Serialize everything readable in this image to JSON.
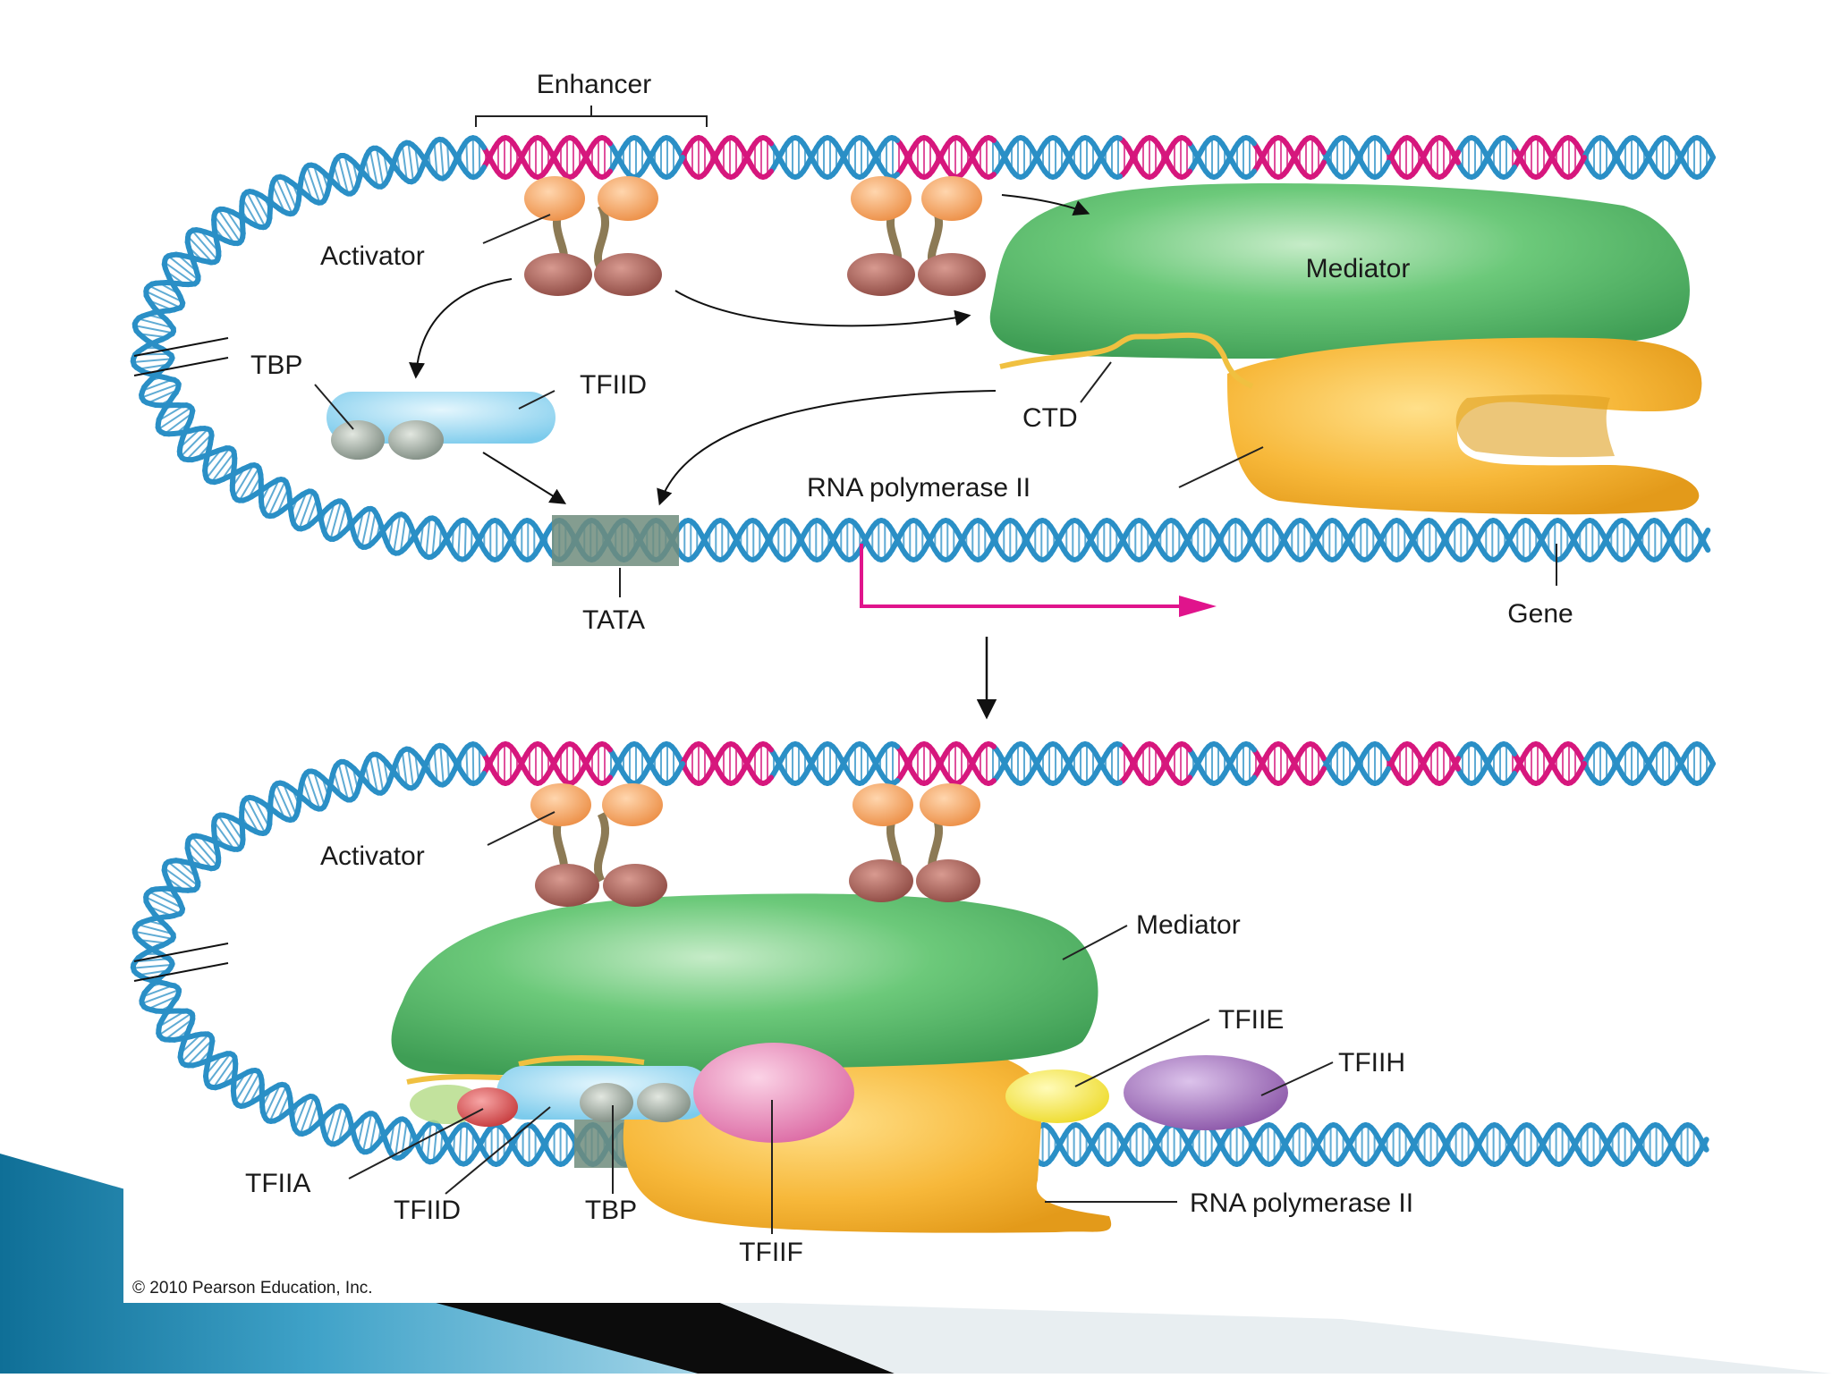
{
  "labels": {
    "enhancer": "Enhancer",
    "activator_top": "Activator",
    "activator_bottom": "Activator",
    "tbp_top": "TBP",
    "tfiid_top": "TFIID",
    "mediator_top": "Mediator",
    "ctd": "CTD",
    "rnapol_top": "RNA polymerase II",
    "tata": "TATA",
    "gene": "Gene",
    "mediator_bottom": "Mediator",
    "tfiie": "TFIIE",
    "tfiih": "TFIIH",
    "tfiia": "TFIIA",
    "tfiid_bottom": "TFIID",
    "tbp_bottom": "TBP",
    "tfiif": "TFIIF",
    "rnapol_bottom": "RNA polymerase II"
  },
  "copyright": "© 2010 Pearson Education, Inc.",
  "colors": {
    "dna_blue": "#2a8fc6",
    "enhancer_pink": "#d6177d",
    "mediator_green": "#5cbf6e",
    "polymerase_orange": "#f5b63a",
    "tfiid_blue": "#8fd4f2",
    "tbp_gray": "#9aa59a",
    "activator_head": "#f4a05e",
    "activator_foot": "#a85a52",
    "tata_box": "#6e8c7c",
    "tfiif_pink": "#e98ab8",
    "tfiih_purple": "#a070b8",
    "tfiie_yellow": "#f2e43c",
    "tfiia_red": "#d8484a",
    "arrow_magenta": "#e0148c",
    "slide_blue": "#1b7fa8"
  }
}
